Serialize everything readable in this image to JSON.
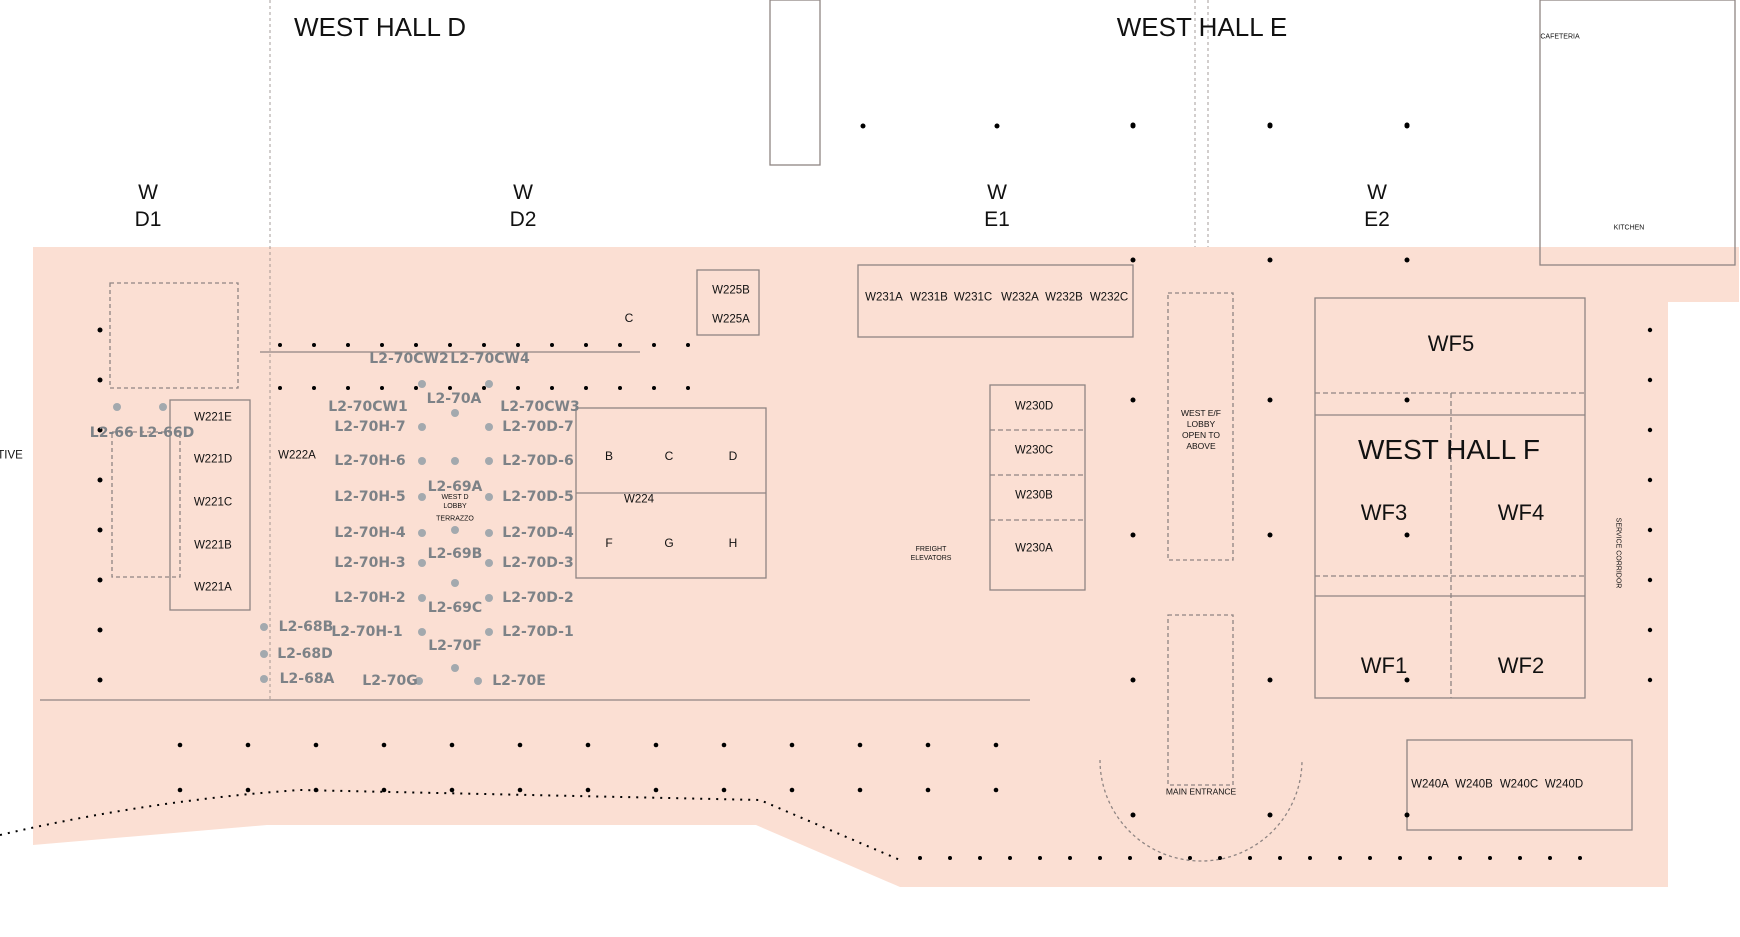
{
  "map": {
    "colors": {
      "floor": "#fbdfd3",
      "wall": "#8f8583",
      "meeting_point": "#a3a9ae",
      "column": "#000000",
      "l2_label": "#7d8287"
    },
    "halls": {
      "west_hall_d": "WEST HALL D",
      "west_hall_e": "WEST HALL E",
      "west_hall_f": "WEST HALL F"
    },
    "zones": {
      "wd1": {
        "line1": "W",
        "line2": "D1"
      },
      "wd2": {
        "line1": "W",
        "line2": "D2"
      },
      "we1": {
        "line1": "W",
        "line2": "E1"
      },
      "we2": {
        "line1": "W",
        "line2": "E2"
      }
    },
    "hall_f_sections": {
      "wf1": "WF1",
      "wf2": "WF2",
      "wf3": "WF3",
      "wf4": "WF4",
      "wf5": "WF5"
    },
    "rooms": {
      "w231a": "W231A",
      "w231b": "W231B",
      "w231c": "W231C",
      "w232a": "W232A",
      "w232b": "W232B",
      "w232c": "W232C",
      "w230d": "W230D",
      "w230c": "W230C",
      "w230b": "W230B",
      "w230a": "W230A",
      "w225b": "W225B",
      "w225a": "W225A",
      "w221e": "W221E",
      "w221d": "W221D",
      "w221c": "W221C",
      "w221b": "W221B",
      "w221a": "W221A",
      "w222a": "W222A",
      "w224": "W224",
      "w240a": "W240A",
      "w240b": "W240B",
      "w240c": "W240C",
      "w240d": "W240D",
      "b": "B",
      "c": "C",
      "d": "D",
      "f": "F",
      "g": "G",
      "h": "H",
      "c_small": "C"
    },
    "meeting_points": {
      "cw2": "L2-70CW2",
      "cw4": "L2-70CW4",
      "a70": "L2-70A",
      "cw1": "L2-70CW1",
      "cw3": "L2-70CW3",
      "h7": "L2-70H-7",
      "h6": "L2-70H-6",
      "h5": "L2-70H-5",
      "h4": "L2-70H-4",
      "h3": "L2-70H-3",
      "h2": "L2-70H-2",
      "h1": "L2-70H-1",
      "d7": "L2-70D-7",
      "d6": "L2-70D-6",
      "d5": "L2-70D-5",
      "d4": "L2-70D-4",
      "d3": "L2-70D-3",
      "d2": "L2-70D-2",
      "d1": "L2-70D-1",
      "a69": "L2-69A",
      "b69": "L2-69B",
      "c69": "L2-69C",
      "f70": "L2-70F",
      "g70": "L2-70G",
      "e70": "L2-70E",
      "b68": "L2-68B",
      "d68": "L2-68D",
      "a68": "L2-68A",
      "l266": "L2-66 L2-66D"
    },
    "notes": {
      "west_d_lobby": "WEST D\nLOBBY",
      "terrazzo": "TERRAZZO",
      "freight_elevators": "FREIGHT\nELEVATORS",
      "west_ef_lobby": "WEST E/F\nLOBBY\nOPEN TO\nABOVE",
      "main_entrance": "MAIN ENTRANCE",
      "cafeteria": "CAFETERIA",
      "kitchen": "KITCHEN",
      "service_corridor": "SERVICE CORRIDOR",
      "tive": "TIVE"
    }
  }
}
